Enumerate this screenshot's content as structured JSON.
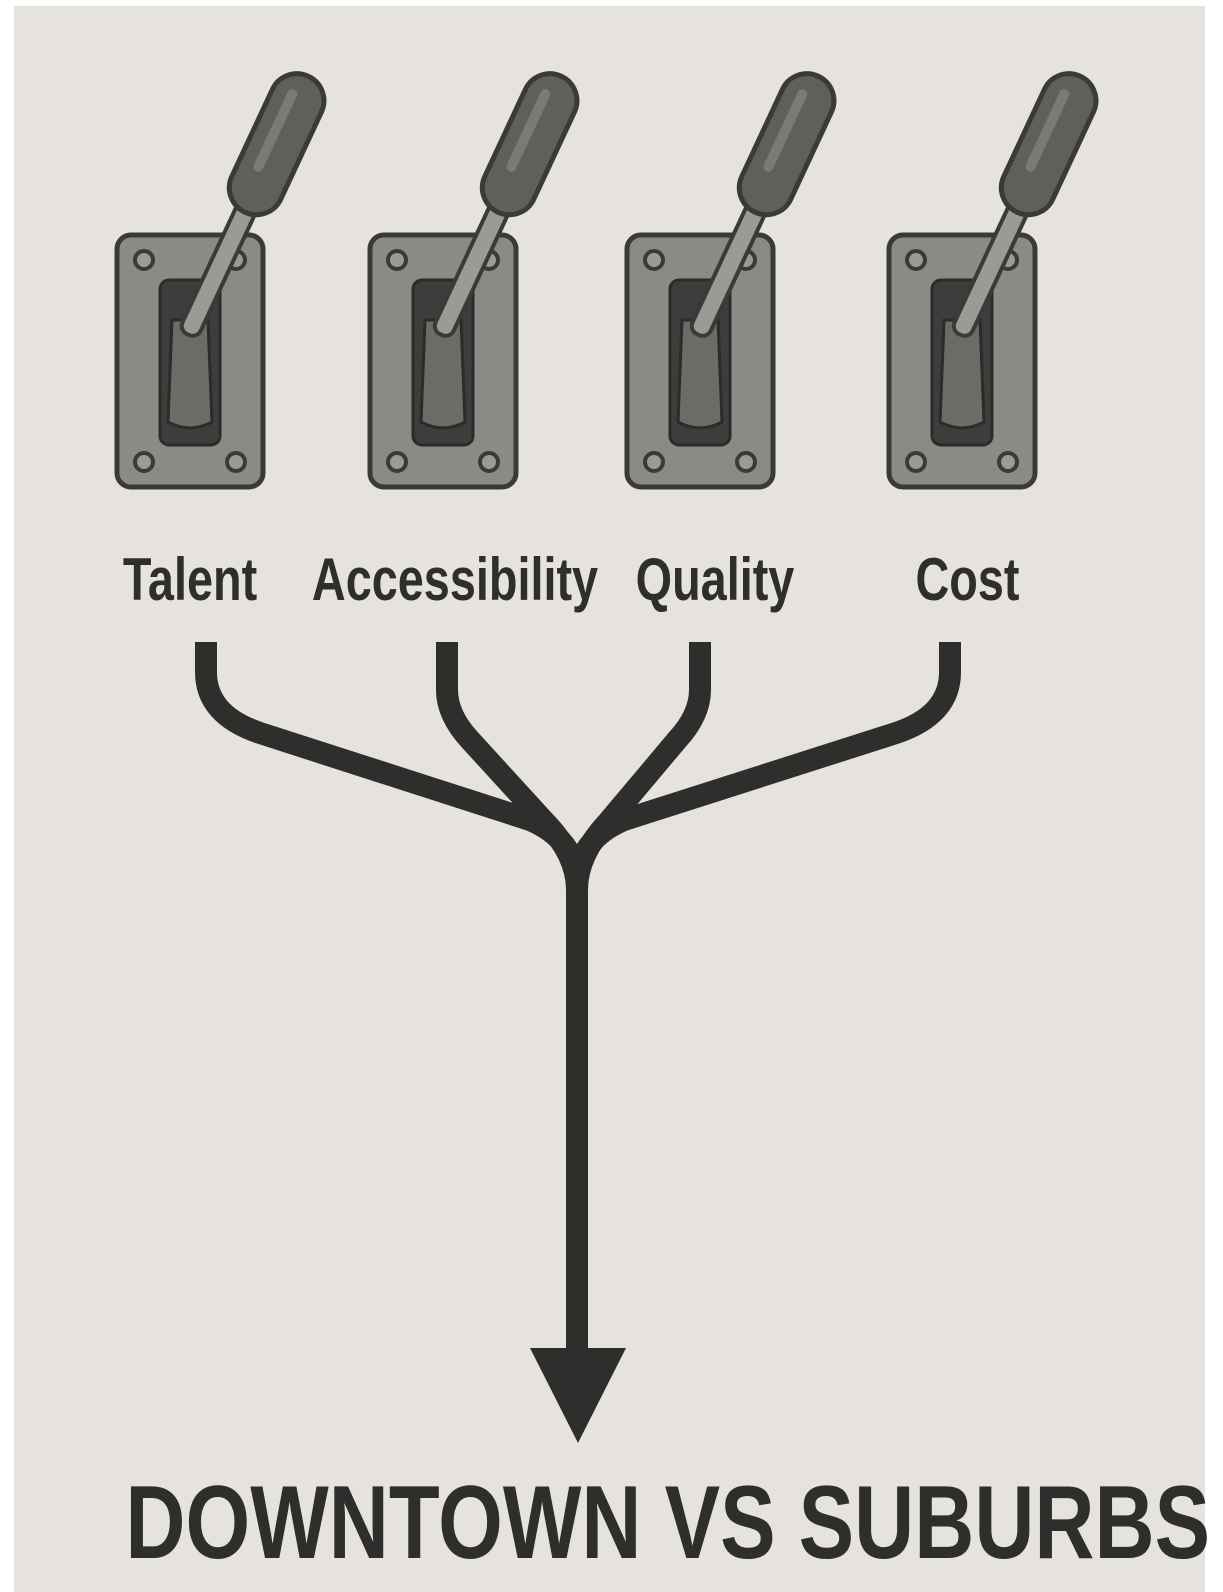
{
  "levers": [
    {
      "label": "Talent",
      "icon": "lever-switch-icon"
    },
    {
      "label": "Accessibility",
      "icon": "lever-switch-icon"
    },
    {
      "label": "Quality",
      "icon": "lever-switch-icon"
    },
    {
      "label": "Cost",
      "icon": "lever-switch-icon"
    }
  ],
  "outcome": {
    "label": "DOWNTOWN VS SUBURBS"
  },
  "colors": {
    "background": "#e6e3df",
    "ink": "#2e2e2c",
    "plate": "#8a8a87",
    "plate_border": "#3a3a38",
    "handle": "#5f5f5c",
    "shaft": "#9a9a96"
  }
}
